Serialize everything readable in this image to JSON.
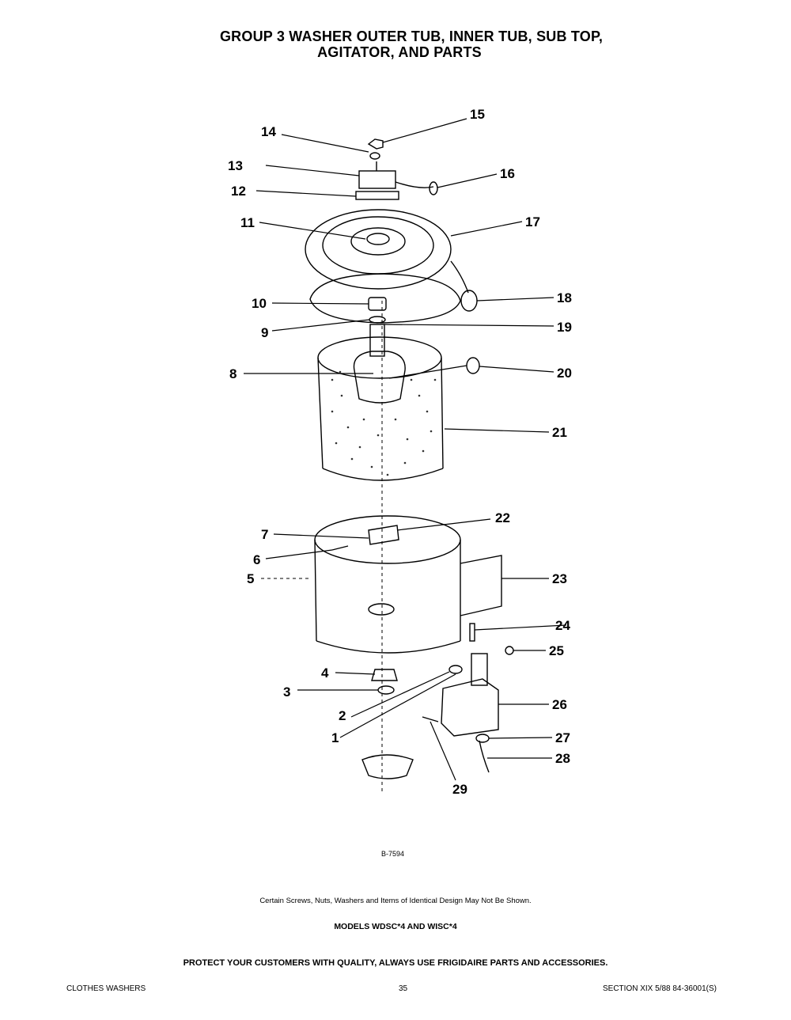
{
  "header": {
    "title_line1": "GROUP 3     WASHER OUTER TUB, INNER TUB, SUB TOP,",
    "title_line2": "AGITATOR, AND PARTS"
  },
  "diagram": {
    "callouts": [
      "1",
      "2",
      "3",
      "4",
      "5",
      "6",
      "7",
      "8",
      "9",
      "10",
      "11",
      "12",
      "13",
      "14",
      "15",
      "16",
      "17",
      "18",
      "19",
      "20",
      "21",
      "22",
      "23",
      "24",
      "25",
      "26",
      "27",
      "28",
      "29"
    ],
    "figure_code": "B-7594"
  },
  "notes": {
    "omission_note": "Certain Screws, Nuts, Washers and Items of Identical Design May Not Be Shown.",
    "models": "MODELS WDSC*4 AND WISC*4",
    "promo": "PROTECT YOUR CUSTOMERS WITH QUALITY, ALWAYS USE FRIGIDAIRE PARTS AND ACCESSORIES."
  },
  "footer": {
    "left": "CLOTHES WASHERS",
    "page": "35",
    "right": "SECTION XIX  5/88  84-36001(S)"
  }
}
